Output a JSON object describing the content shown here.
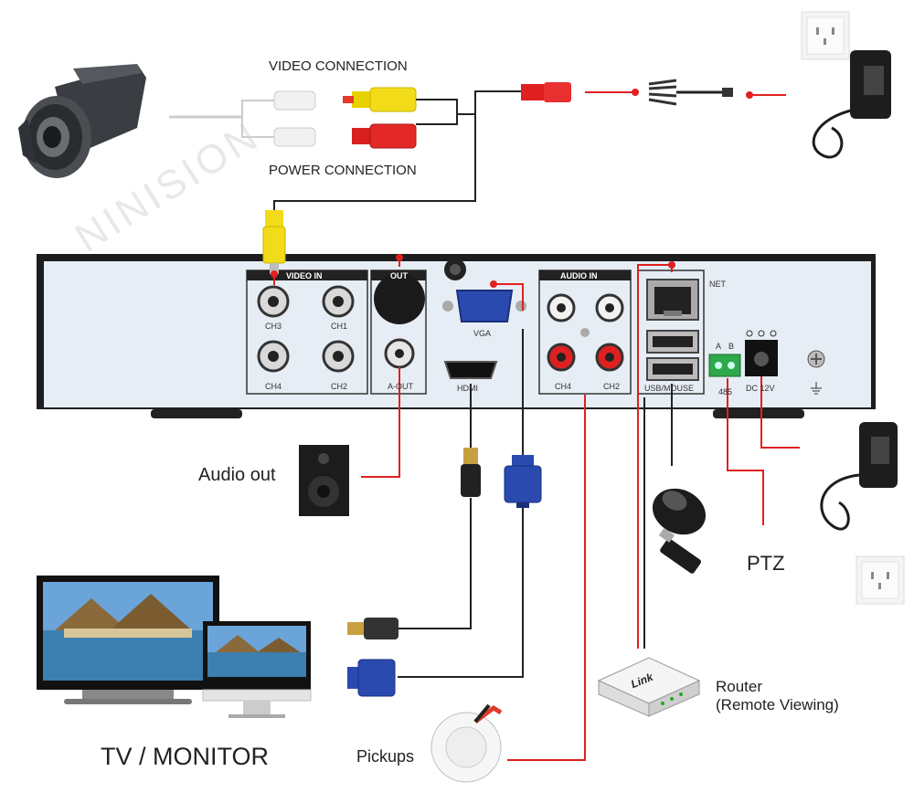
{
  "watermark": "NINISION",
  "top": {
    "video_connection": "VIDEO CONNECTION",
    "power_connection": "POWER CONNECTION"
  },
  "panel": {
    "video_in": "VIDEO IN",
    "audio_in": "AUDIO IN",
    "out": "OUT",
    "vga": "VGA",
    "hdmi": "HDMI",
    "net": "NET",
    "usb_mouse": "USB/MOUSE",
    "rs485": "485",
    "dc12v": "DC 12V",
    "a_out": "A-OUT",
    "ch1": "CH1",
    "ch2": "CH2",
    "ch3": "CH3",
    "ch4": "CH4",
    "a": "A",
    "b": "B"
  },
  "labels": {
    "audio_out": "Audio out",
    "ptz": "PTZ",
    "router": "Router",
    "router_sub": "(Remote Viewing)",
    "tv_monitor": "TV / MONITOR",
    "pickups": "Pickups",
    "router_brand": "Link"
  },
  "colors": {
    "wire_red": "#e02020",
    "wire_black": "#222222",
    "panel": "#e6edf4",
    "panel_frame": "#1e1e1e"
  }
}
